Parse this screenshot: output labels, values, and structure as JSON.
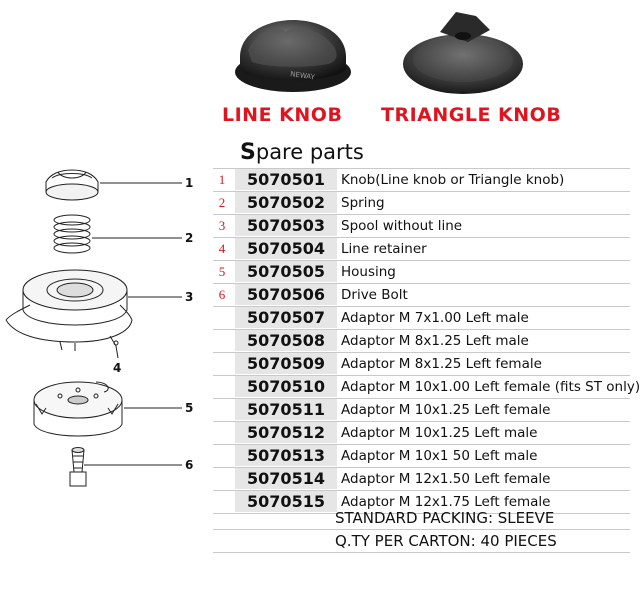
{
  "knobs": {
    "line_label": "LINE KNOB",
    "triangle_label": "TRIANGLE KNOB"
  },
  "section": {
    "title_first": "S",
    "title_rest": "pare  parts"
  },
  "callouts": [
    "1",
    "2",
    "3",
    "4",
    "5",
    "6"
  ],
  "parts": [
    {
      "index": "1",
      "code": "5070501",
      "description": "Knob(Line knob or Triangle knob)"
    },
    {
      "index": "2",
      "code": "5070502",
      "description": "Spring"
    },
    {
      "index": "3",
      "code": "5070503",
      "description": "Spool without line"
    },
    {
      "index": "4",
      "code": "5070504",
      "description": "Line retainer"
    },
    {
      "index": "5",
      "code": "5070505",
      "description": "Housing"
    },
    {
      "index": "6",
      "code": "5070506",
      "description": "Drive Bolt"
    },
    {
      "index": "",
      "code": "5070507",
      "description": "Adaptor M 7x1.00 Left  male"
    },
    {
      "index": "",
      "code": "5070508",
      "description": "Adaptor M 8x1.25 Left  male"
    },
    {
      "index": "",
      "code": "5070509",
      "description": "Adaptor M 8x1.25 Left female"
    },
    {
      "index": "",
      "code": "5070510",
      "description": "Adaptor M 10x1.00 Left female (fits ST only)"
    },
    {
      "index": "",
      "code": "5070511",
      "description": "Adaptor M 10x1.25 Left female"
    },
    {
      "index": "",
      "code": "5070512",
      "description": "Adaptor M 10x1.25 Left  male"
    },
    {
      "index": "",
      "code": "5070513",
      "description": "Adaptor M 10x1 50 Left male"
    },
    {
      "index": "",
      "code": "5070514",
      "description": "Adaptor M 12x1.50 Left female"
    },
    {
      "index": "",
      "code": "5070515",
      "description": "Adaptor M 12x1.75 Left female"
    }
  ],
  "footer": {
    "packing": "STANDARD PACKING: SLEEVE",
    "quantity": "Q.TY PER CARTON: 40 PIECES"
  },
  "colors": {
    "accent": "#e0141e",
    "code_bg": "#e6e6e6"
  }
}
